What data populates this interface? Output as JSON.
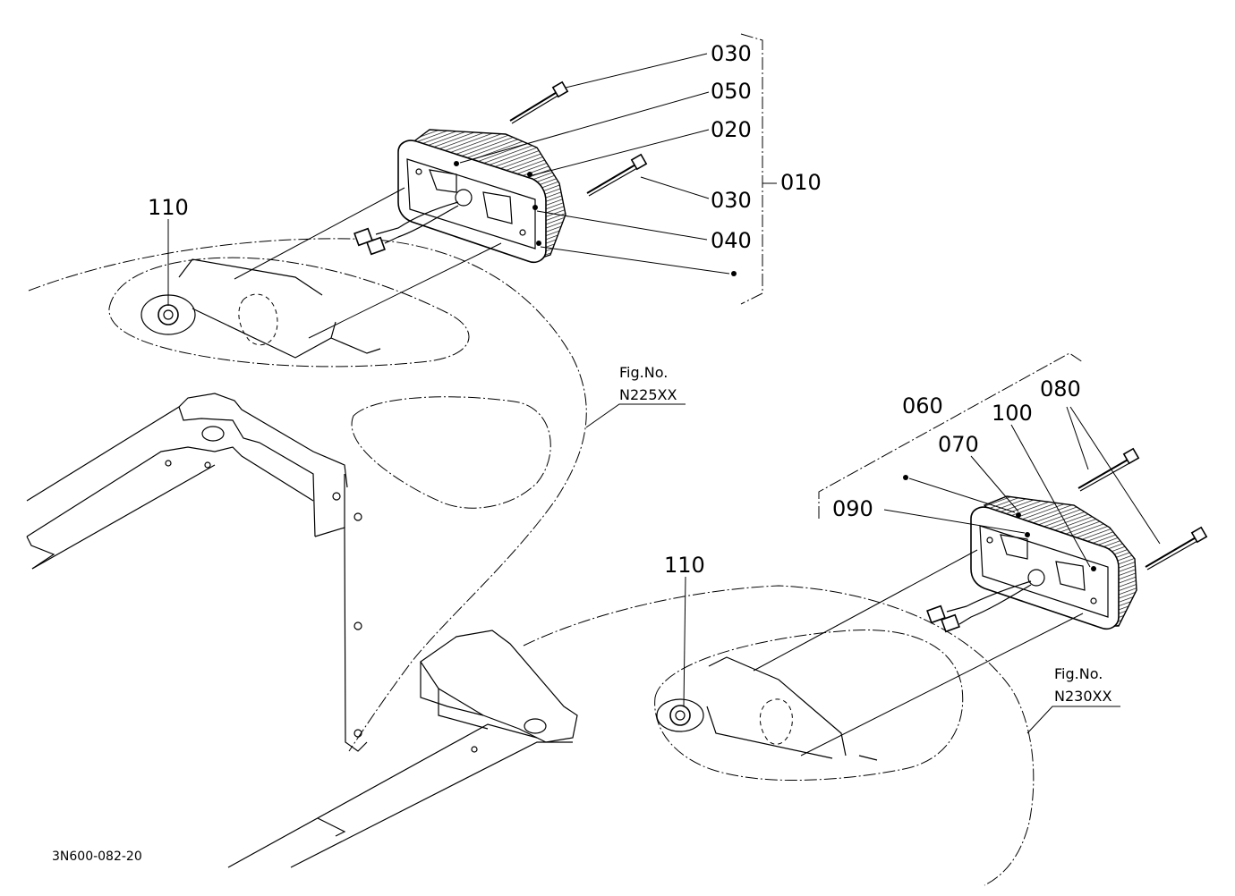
{
  "callouts": {
    "c030a": "030",
    "c050": "050",
    "c020": "020",
    "c030b": "030",
    "c040": "040",
    "c010": "010",
    "c110a": "110",
    "c060": "060",
    "c100": "100",
    "c080": "080",
    "c070": "070",
    "c090": "090",
    "c110b": "110"
  },
  "fig_refs": {
    "fig1_label": "Fig.No.",
    "fig1_number": "N225XX",
    "fig2_label": "Fig.No.",
    "fig2_number": "N230XX"
  },
  "drawing_number": "3N600-082-20"
}
